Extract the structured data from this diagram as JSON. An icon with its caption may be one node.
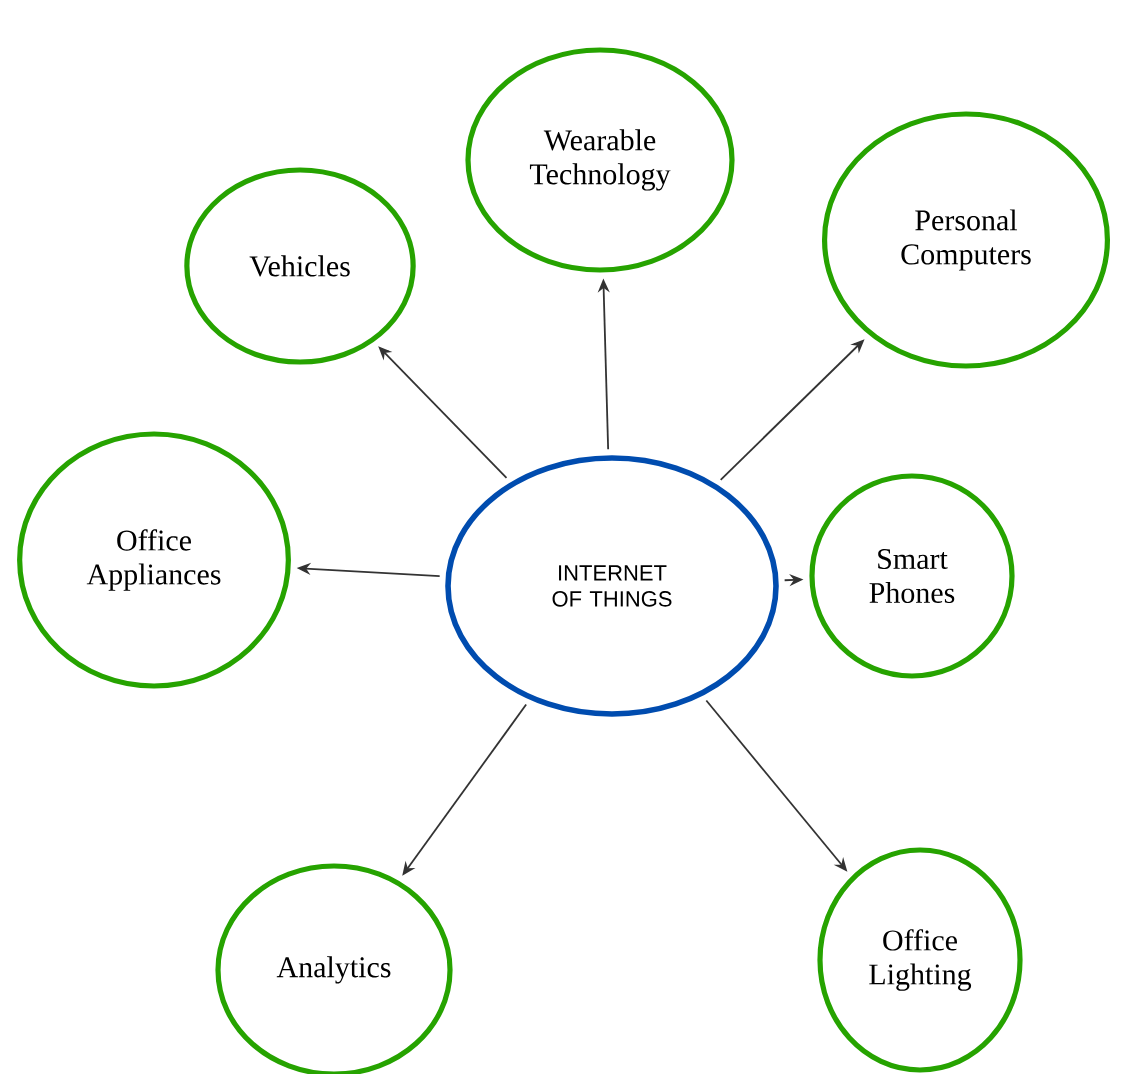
{
  "diagram": {
    "nodes": [
      {
        "text": [
          "Wearable Technology"
        ]
      },
      {
        "text": [
          "Personal Computers"
        ]
      },
      {
        "text": [
          "Vehicles"
        ]
      },
      {
        "text": [
          "Office Appliances"
        ]
      },
      {
        "text": [
          "INTERNET OF THINGS"
        ]
      },
      {
        "text": [
          "Smart Phones"
        ]
      },
      {
        "text": [
          "Analytics"
        ]
      },
      {
        "text": [
          "Office Lighting"
        ]
      }
    ],
    "edges": [
      {
        "from": 4,
        "to": 0,
        "arrow": "to"
      },
      {
        "from": 4,
        "to": 1,
        "arrow": "to"
      },
      {
        "from": 4,
        "to": 2,
        "arrow": "to"
      },
      {
        "from": 4,
        "to": 3,
        "arrow": "to"
      },
      {
        "from": 4,
        "to": 5,
        "arrow": "to"
      },
      {
        "from": 4,
        "to": 6,
        "arrow": "to"
      },
      {
        "from": 4,
        "to": 7,
        "arrow": "to"
      }
    ]
  }
}
